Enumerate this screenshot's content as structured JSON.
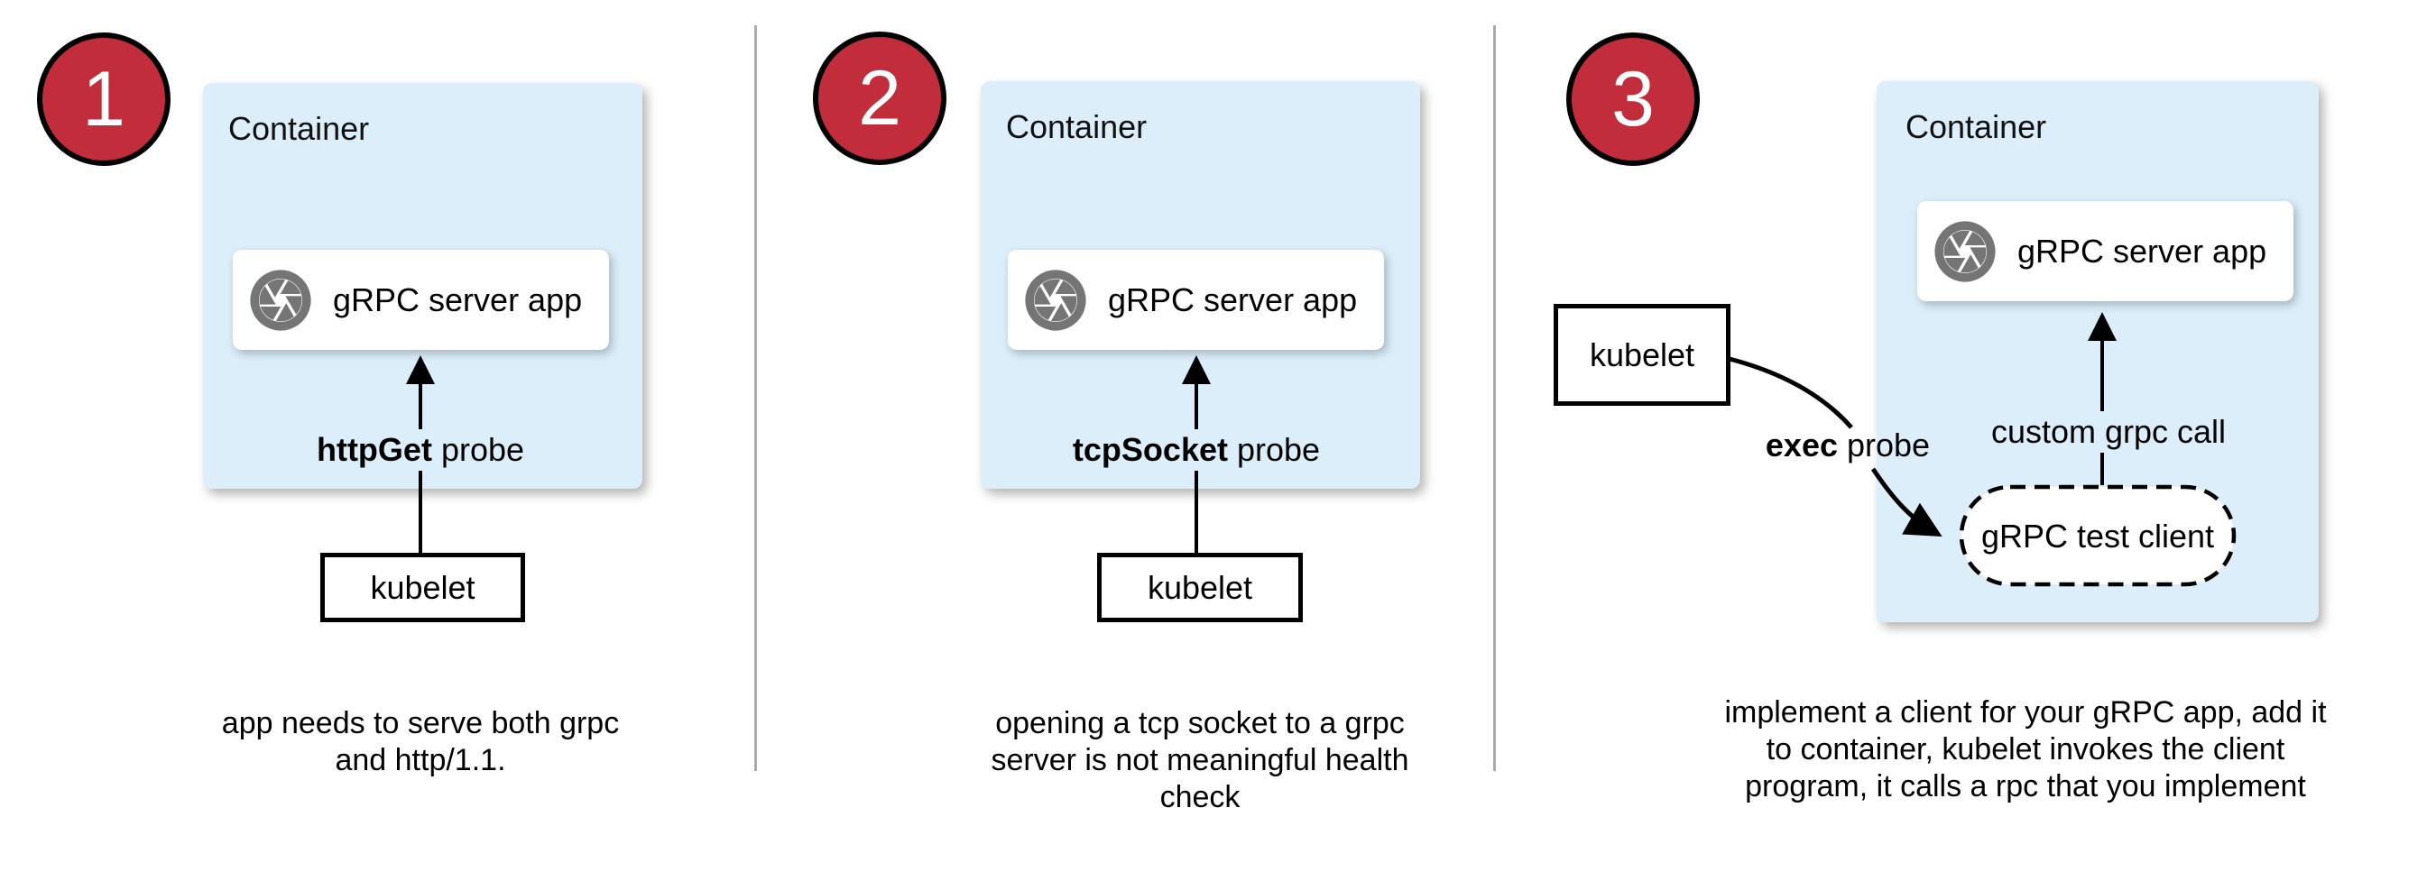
{
  "colors": {
    "container_fill": "#dceefa",
    "badge_red": "#c22d3c",
    "badge_number_color": "#ffffff",
    "icon_gray": "#757575",
    "divider_gray": "#ababab",
    "line_black": "#000000"
  },
  "panels": [
    {
      "number": "1",
      "container_label": "Container",
      "app": {
        "label": "gRPC server app"
      },
      "probe": {
        "bold": "httpGet",
        "rest": " probe"
      },
      "kubelet_label": "kubelet",
      "caption_lines": [
        "app needs to serve both grpc",
        "and http/1.1."
      ]
    },
    {
      "number": "2",
      "container_label": "Container",
      "app": {
        "label": "gRPC server app"
      },
      "probe": {
        "bold": "tcpSocket",
        "rest": " probe"
      },
      "kubelet_label": "kubelet",
      "caption_lines": [
        "opening a tcp socket to a grpc",
        "server is not meaningful health",
        "check"
      ]
    },
    {
      "number": "3",
      "container_label": "Container",
      "app": {
        "label": "gRPC server app"
      },
      "probe": {
        "bold": "exec",
        "rest": " probe"
      },
      "kubelet_label": "kubelet",
      "grpc_call_label": "custom grpc call",
      "test_client_label": "gRPC test client",
      "caption_lines": [
        "implement a client for your gRPC app, add it",
        "to container, kubelet invokes the client",
        "program, it calls a rpc that you implement"
      ]
    }
  ]
}
